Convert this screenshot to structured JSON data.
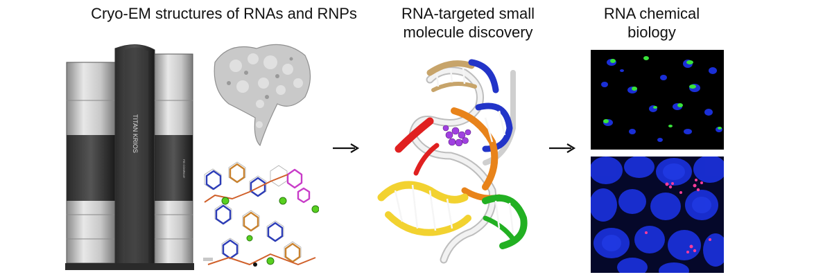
{
  "sections": {
    "cryo_em": {
      "title": "Cryo-EM structures of RNAs and RNPs",
      "microscope_brand": "TITAN KRIOS",
      "microscope_maker": "FEI COMPANY"
    },
    "small_molecule": {
      "title_line1": "RNA-targeted small",
      "title_line2": "molecule discovery"
    },
    "chemical_biology": {
      "title_line1": "RNA chemical",
      "title_line2": "biology"
    }
  },
  "colors": {
    "cell_green": "#39e33a",
    "cell_blue": "#1a2fd6",
    "cell_pink": "#ff3c9a",
    "rna_red": "#e02020",
    "rna_orange": "#e8831a",
    "rna_yellow": "#f2d230",
    "rna_green": "#22b022",
    "rna_blue": "#2234c8",
    "ligand_purple": "#a040e0"
  }
}
